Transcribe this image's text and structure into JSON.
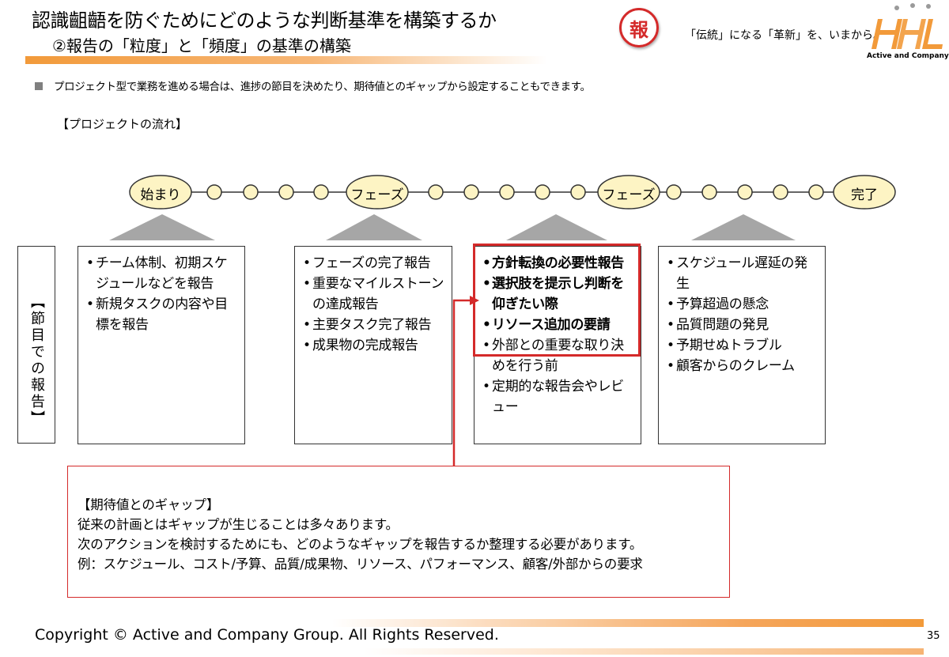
{
  "header": {
    "title": "認識齟齬を防ぐためにどのような判断基準を構築するか",
    "subtitle": "②報告の「粒度」と「頻度」の基準の構築",
    "badge": "報",
    "tagline": "「伝統」になる「革新」を、いまから。",
    "logo_text": "Active and Company"
  },
  "intro": "プロジェクト型で業務を進める場合は、進捗の節目を決めたり、期待値とのギャップから設定することもできます。",
  "flow_label": "【プロジェクトの流れ】",
  "timeline": {
    "nodes": [
      "始まり",
      "フェーズ",
      "フェーズ",
      "完了"
    ]
  },
  "side_label": "【節目での報告】",
  "columns": [
    {
      "items": [
        "チーム体制、初期スケジュールなどを報告",
        "新規タスクの内容や目標を報告"
      ]
    },
    {
      "items": [
        "フェーズの完了報告",
        "重要なマイルストーンの達成報告",
        "主要タスク完了報告",
        "成果物の完成報告"
      ]
    },
    {
      "highlighted": [
        "方針転換の必要性報告",
        "選択肢を提示し判断を仰ぎたい際",
        "リソース追加の要請"
      ],
      "items": [
        "外部との重要な取り決めを行う前",
        "定期的な報告会やレビュー"
      ]
    },
    {
      "items": [
        "スケジュール遅延の発生",
        "予算超過の懸念",
        "品質問題の発見",
        "予期せぬトラブル",
        "顧客からのクレーム"
      ]
    }
  ],
  "gap": {
    "title": "【期待値とのギャップ】",
    "lines": [
      "従来の計画とはギャップが生じることは多々あります。",
      "次のアクションを検討するためにも、どのようなギャップを報告するか整理する必要があります。",
      "例：スケジュール、コスト/予算、品質/成果物、リソース、パフォーマンス、顧客/外部からの要求"
    ]
  },
  "footer": {
    "copyright": "Copyright © Active and Company Group. All Rights Reserved.",
    "page": "35"
  },
  "colors": {
    "accent_orange": "#f29a3a",
    "accent_red": "#d42a2a",
    "node_fill": "#fdf4c4"
  }
}
